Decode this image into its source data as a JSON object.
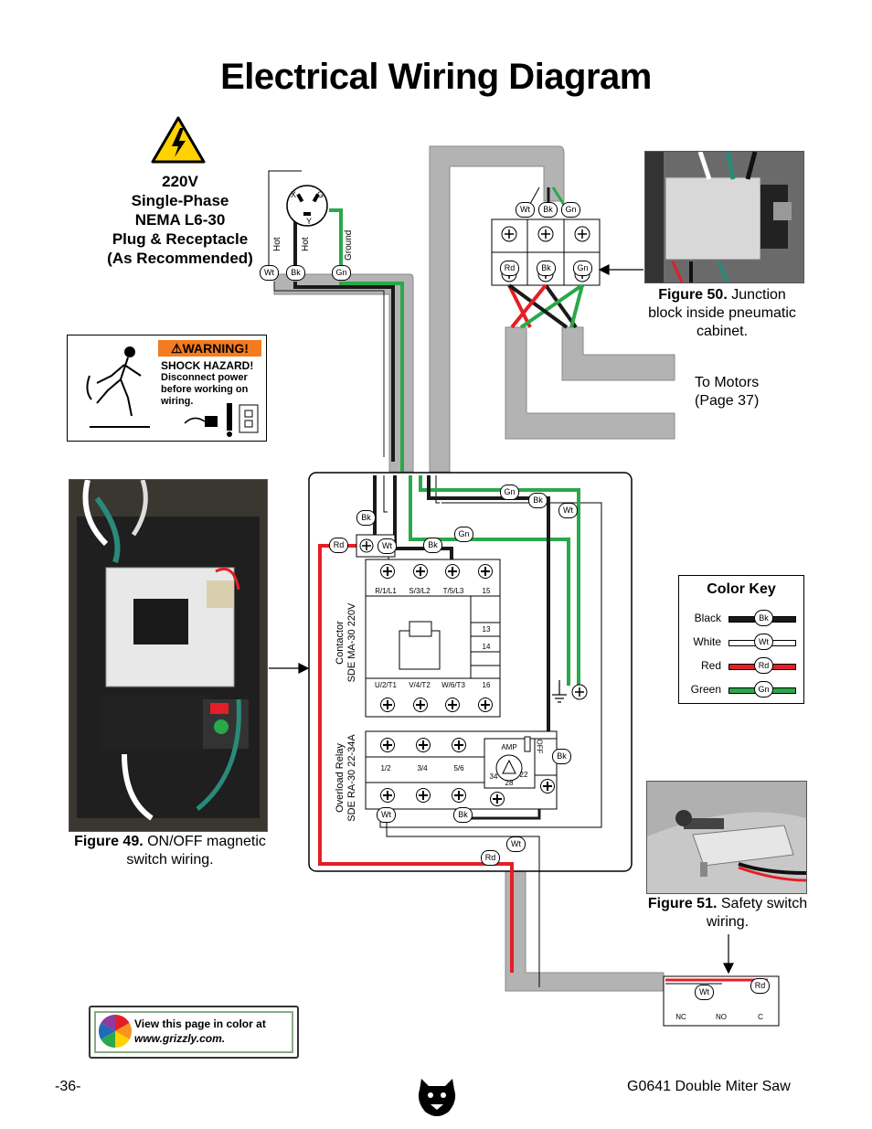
{
  "page": {
    "title": "Electrical Wiring Diagram",
    "page_number": "-36-",
    "footer_right": "G0641 Double Miter Saw"
  },
  "plug": {
    "lines": [
      "220V",
      "Single-Phase",
      "NEMA L6-30",
      "Plug & Receptacle",
      "(As Recommended)"
    ],
    "pin_x": "X",
    "pin_g": "G",
    "pin_y": "Y",
    "wire_hot1": "Hot",
    "wire_hot2": "Hot",
    "wire_ground": "Ground"
  },
  "wire_labels": {
    "wt": "Wt",
    "bk": "Bk",
    "gn": "Gn",
    "rd": "Rd"
  },
  "warning_label": {
    "header": "WARNING!",
    "heading": "SHOCK HAZARD!",
    "body": "Disconnect power before working on wiring."
  },
  "figures": {
    "fig49_label": "Figure 49.",
    "fig49_text": "ON/OFF magnetic switch wiring.",
    "fig50_label": "Figure 50.",
    "fig50_text": "Junction block inside pneumatic cabinet.",
    "fig51_label": "Figure 51.",
    "fig51_text": "Safety switch wiring."
  },
  "motors_note": [
    "To Motors",
    "(Page 37)"
  ],
  "contactor": {
    "label_line1": "Contactor",
    "label_line2": "SDE MA-30 220V",
    "top_terms": [
      "R/1/L1",
      "S/3/L2",
      "T/5/L3",
      "15"
    ],
    "aux_terms": [
      "13",
      "14"
    ],
    "bottom_terms": [
      "U/2/T1",
      "V/4/T2",
      "W/6/T3",
      "16"
    ]
  },
  "overload": {
    "label_line1": "Overload Relay",
    "label_line2": "SDE RA-30 22-34A",
    "terms": [
      "1/2",
      "3/4",
      "5/6"
    ],
    "amp": "AMP",
    "off": "OFF",
    "dial_low": "34",
    "dial_mid": "28",
    "dial_high": "22"
  },
  "safety_switch": {
    "terms": [
      "NC",
      "NO",
      "C"
    ]
  },
  "color_key": {
    "title": "Color Key",
    "rows": [
      {
        "name": "Black",
        "code": "Bk",
        "color": "#1a1a1a"
      },
      {
        "name": "White",
        "code": "Wt",
        "color": "#ffffff"
      },
      {
        "name": "Red",
        "code": "Rd",
        "color": "#e41e26"
      },
      {
        "name": "Green",
        "code": "Gn",
        "color": "#2aa84a"
      }
    ]
  },
  "web_note": {
    "line1": "View this page in color at",
    "line2": "www.grizzly.com."
  },
  "colors": {
    "black": "#1a1a1a",
    "white": "#ffffff",
    "red": "#e41e26",
    "green": "#2aa84a",
    "conduit": "#b3b3b3",
    "warning_orange": "#f47b20"
  }
}
